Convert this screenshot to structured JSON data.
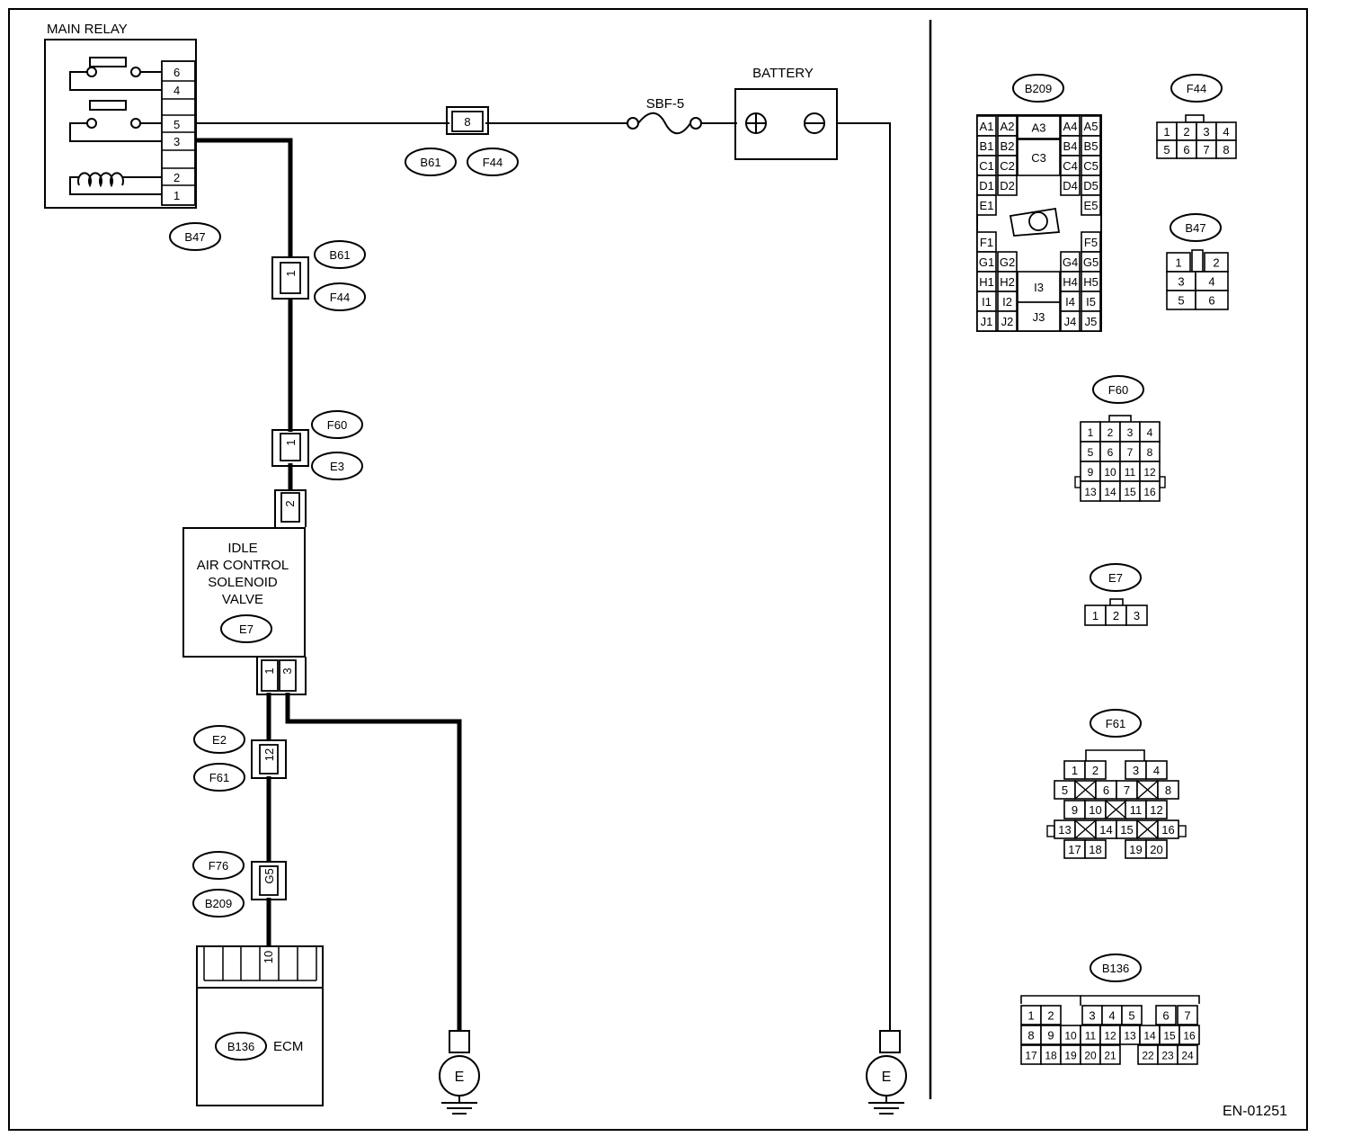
{
  "diagram_id": "EN-01251",
  "main_relay": {
    "title": "MAIN RELAY",
    "connector": "B47",
    "pins": [
      "6",
      "4",
      "5",
      "3",
      "2",
      "1"
    ]
  },
  "battery": {
    "label": "BATTERY",
    "plus": "⊕",
    "minus": "⊖"
  },
  "fuse": {
    "label": "SBF-5"
  },
  "inline_connectors": {
    "top": {
      "pin": "8",
      "ids": [
        "B61",
        "F44"
      ]
    },
    "mid1": {
      "pin": "1",
      "ids": [
        "B61",
        "F44"
      ]
    },
    "mid2": {
      "pin": "1",
      "ids": [
        "F60",
        "E3"
      ]
    },
    "mid3": {
      "pin": "2"
    },
    "e2": {
      "pin": "12",
      "ids": [
        "E2",
        "F61"
      ]
    },
    "f76": {
      "pin": "G5",
      "ids": [
        "F76",
        "B209"
      ]
    }
  },
  "iac_valve": {
    "lines": [
      "IDLE",
      "AIR CONTROL",
      "SOLENOID",
      "VALVE"
    ],
    "id": "E7",
    "pins": [
      "1",
      "3"
    ]
  },
  "ecm": {
    "id": "B136",
    "label": "ECM",
    "pin": "10"
  },
  "grounds": [
    "E",
    "E"
  ],
  "connector_views": {
    "B209": {
      "rows": [
        [
          "A1",
          "A2",
          "A3",
          "A4",
          "A5"
        ],
        [
          "B1",
          "B2",
          "B4",
          "B5"
        ],
        [
          "C1",
          "C2",
          "C3",
          "C4",
          "C5"
        ],
        [
          "D1",
          "D2",
          "D4",
          "D5"
        ],
        [
          "E1",
          "E5"
        ],
        [
          "F1",
          "F5"
        ],
        [
          "G1",
          "G2",
          "G4",
          "G5"
        ],
        [
          "H1",
          "H2",
          "I3",
          "H4",
          "H5"
        ],
        [
          "I1",
          "I2",
          "I4",
          "I5"
        ],
        [
          "J1",
          "J2",
          "J3",
          "J4",
          "J5"
        ]
      ]
    },
    "F44": {
      "rows": [
        [
          "1",
          "2",
          "3",
          "4"
        ],
        [
          "5",
          "6",
          "7",
          "8"
        ]
      ]
    },
    "B47": {
      "rows": [
        [
          "1",
          "2"
        ],
        [
          "3",
          "4"
        ],
        [
          "5",
          "6"
        ]
      ]
    },
    "F60": {
      "rows": [
        [
          "1",
          "2",
          "3",
          "4"
        ],
        [
          "5",
          "6",
          "7",
          "8"
        ],
        [
          "9",
          "10",
          "11",
          "12"
        ],
        [
          "13",
          "14",
          "15",
          "16"
        ]
      ]
    },
    "E7": {
      "rows": [
        [
          "1",
          "2",
          "3"
        ]
      ]
    },
    "F61": {
      "rows": [
        [
          "1",
          "2",
          "3",
          "4"
        ],
        [
          "5",
          "6",
          "7",
          "8"
        ],
        [
          "9",
          "10",
          "11",
          "12"
        ],
        [
          "13",
          "14",
          "15",
          "16"
        ],
        [
          "17",
          "18",
          "19",
          "20"
        ]
      ]
    },
    "B136": {
      "rows": [
        [
          "1",
          "2",
          "3",
          "4",
          "5",
          "6",
          "7"
        ],
        [
          "8",
          "9",
          "10",
          "11",
          "12",
          "13",
          "14",
          "15",
          "16"
        ],
        [
          "17",
          "18",
          "19",
          "20",
          "21",
          "22",
          "23",
          "24"
        ]
      ]
    }
  }
}
